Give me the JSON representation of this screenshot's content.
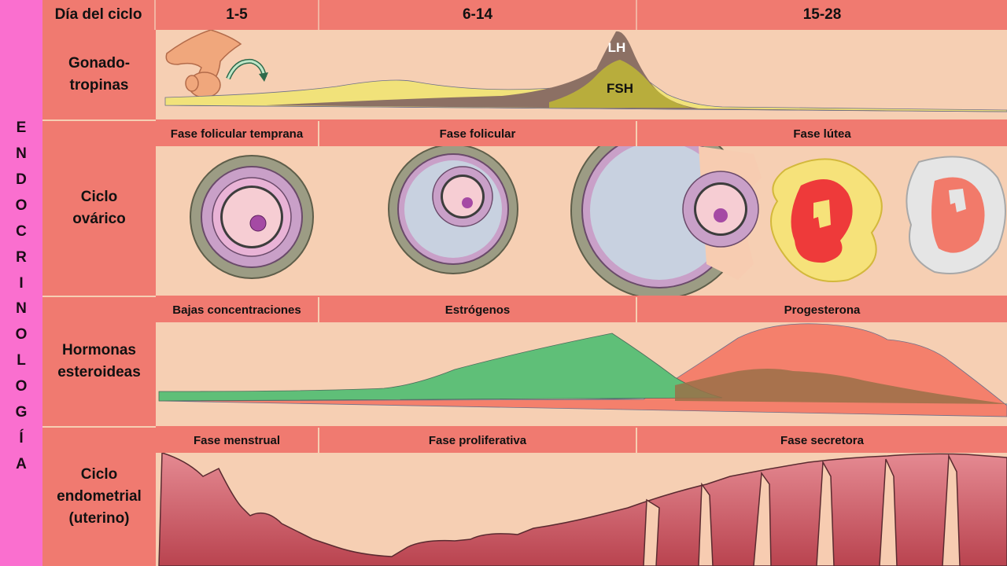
{
  "sidebar": {
    "title": "ENDOCRINOLOGÍA",
    "letters": [
      "E",
      "N",
      "D",
      "O",
      "C",
      "R",
      "I",
      "N",
      "O",
      "L",
      "O",
      "G",
      "Í",
      "A"
    ]
  },
  "header": {
    "label": "Día del ciclo",
    "days": [
      "1-5",
      "6-14",
      "15-28"
    ]
  },
  "rows": {
    "gonadotropins": {
      "label_line1": "Gonado-",
      "label_line2": "tropinas",
      "lh": "LH",
      "fsh": "FSH"
    },
    "ovarian": {
      "label_line1": "Ciclo",
      "label_line2": "ovárico",
      "phases": [
        "Fase folicular temprana",
        "Fase folicular",
        "Fase lútea"
      ]
    },
    "steroid": {
      "label_line1": "Hormonas",
      "label_line2": "esteroideas",
      "phases": [
        "Bajas concentraciones",
        "Estrógenos",
        "Progesterona"
      ]
    },
    "endometrial": {
      "label_line1": "Ciclo",
      "label_line2": "endometrial",
      "label_line3": "(uterino)",
      "phases": [
        "Fase menstrual",
        "Fase proliferativa",
        "Fase secretora"
      ]
    }
  },
  "colors": {
    "sidebar": "#fa6fcf",
    "header": "#f07a70",
    "panel": "#f7ccb1",
    "lh": "#8c7064",
    "fsh": "#b8ad3c",
    "fsh_light": "#f1e27a",
    "estrogen": "#5fbf78",
    "progesterone": "#f4806c",
    "endometrium": "#c94a59"
  }
}
